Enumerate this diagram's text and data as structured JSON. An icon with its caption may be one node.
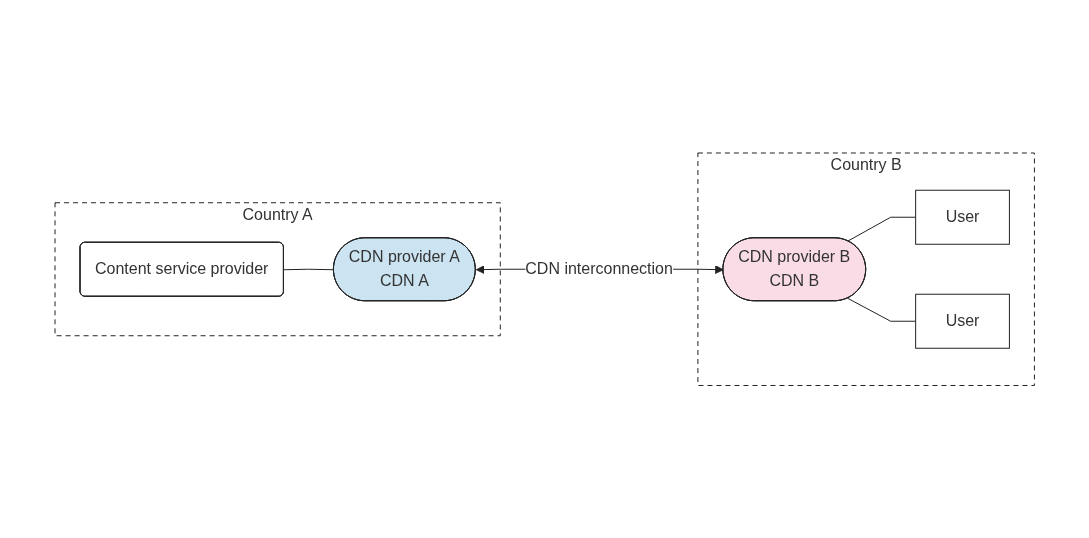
{
  "diagram": {
    "nodes": [
      {
        "text": [
          "Country A"
        ]
      },
      {
        "text": [
          "Content service provider"
        ],
        "in": 0
      },
      {
        "text": [
          "CDN provider A",
          "CDN A"
        ],
        "in": 0
      },
      {
        "text": [
          "Country B"
        ]
      },
      {
        "text": [
          "CDN provider B",
          "CDN B"
        ],
        "in": 3
      },
      {
        "text": [
          "User"
        ],
        "in": 3
      },
      {
        "text": [
          "User"
        ],
        "in": 3
      }
    ],
    "edges": [
      {
        "from": 1,
        "to": 2,
        "arrow": "none"
      },
      {
        "from": 2,
        "to": 4,
        "arrow": "both",
        "label": "CDN interconnection"
      },
      {
        "from": 4,
        "to": 5,
        "arrow": "none"
      },
      {
        "from": 4,
        "to": 6,
        "arrow": "none"
      }
    ]
  }
}
